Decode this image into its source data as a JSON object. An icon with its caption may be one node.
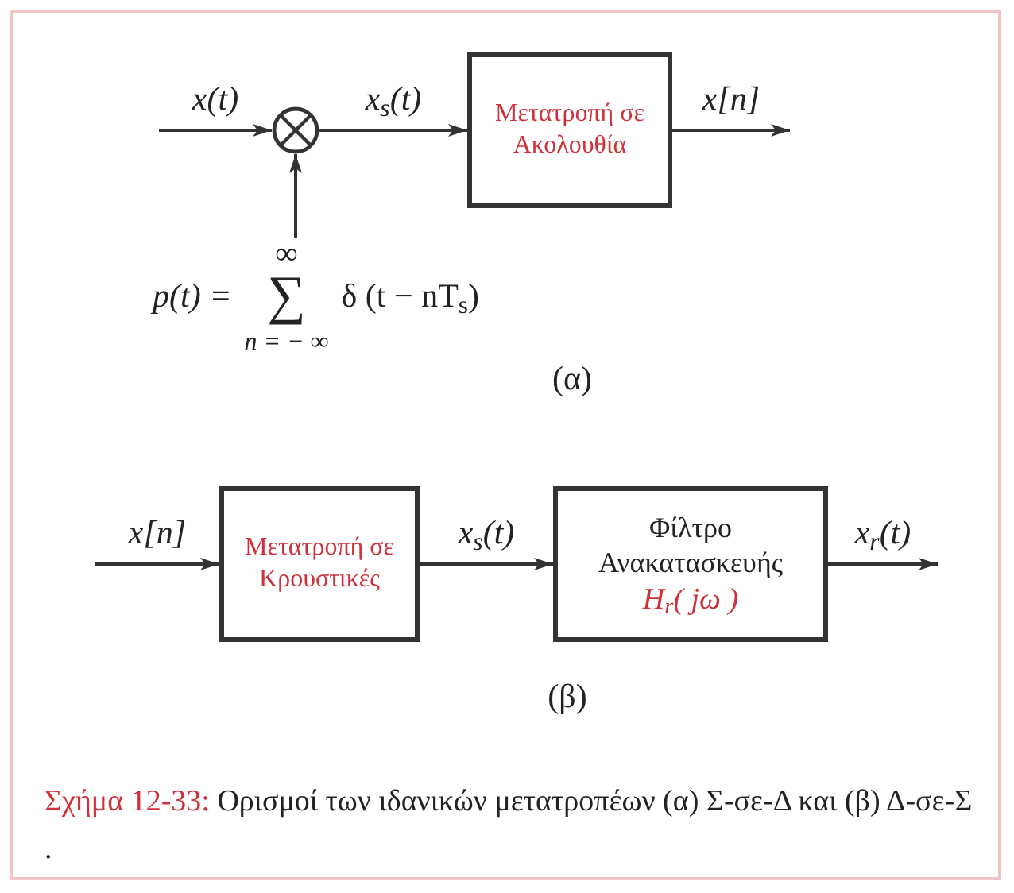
{
  "diagram": {
    "caption": "Σχήμα 12-33: Ορισμοί των ιδανικών μετατροπέων (α) Σ-σε-Δ και (β) Δ-σε-Σ .",
    "nodes": [
      {
        "text": [],
        "shape": "circle"
      },
      {
        "text": [
          "Μετατροπή σε Ακολουθία"
        ]
      },
      {
        "text": [
          "p(t) =",
          "∞",
          "∑",
          "n = − ∞",
          "δ (t − nT$_{s}$)"
        ]
      },
      {
        "text": [
          "Μετατροπή σε Κρουστικές"
        ]
      },
      {
        "text": [
          "Φίλτρο Ανακατασκευής",
          "H$_{r}$( jω )"
        ]
      }
    ],
    "edges": [
      {
        "from": null,
        "to": 0,
        "arrow": "to",
        "label": "x(t)"
      },
      {
        "from": 0,
        "to": 1,
        "arrow": "to",
        "label": "x$_{s}$(t)"
      },
      {
        "from": 1,
        "to": null,
        "arrow": "to",
        "label": "x[n]"
      },
      {
        "from": 2,
        "to": 0,
        "arrow": "to"
      },
      {
        "from": null,
        "to": 3,
        "arrow": "to",
        "label": "x[n]"
      },
      {
        "from": 3,
        "to": 4,
        "arrow": "to",
        "label": "x$_{s}$(t)"
      },
      {
        "from": 4,
        "to": null,
        "arrow": "to",
        "label": "x$_{r}$(t)"
      }
    ],
    "labels": [
      "(α)",
      "(β)"
    ]
  }
}
